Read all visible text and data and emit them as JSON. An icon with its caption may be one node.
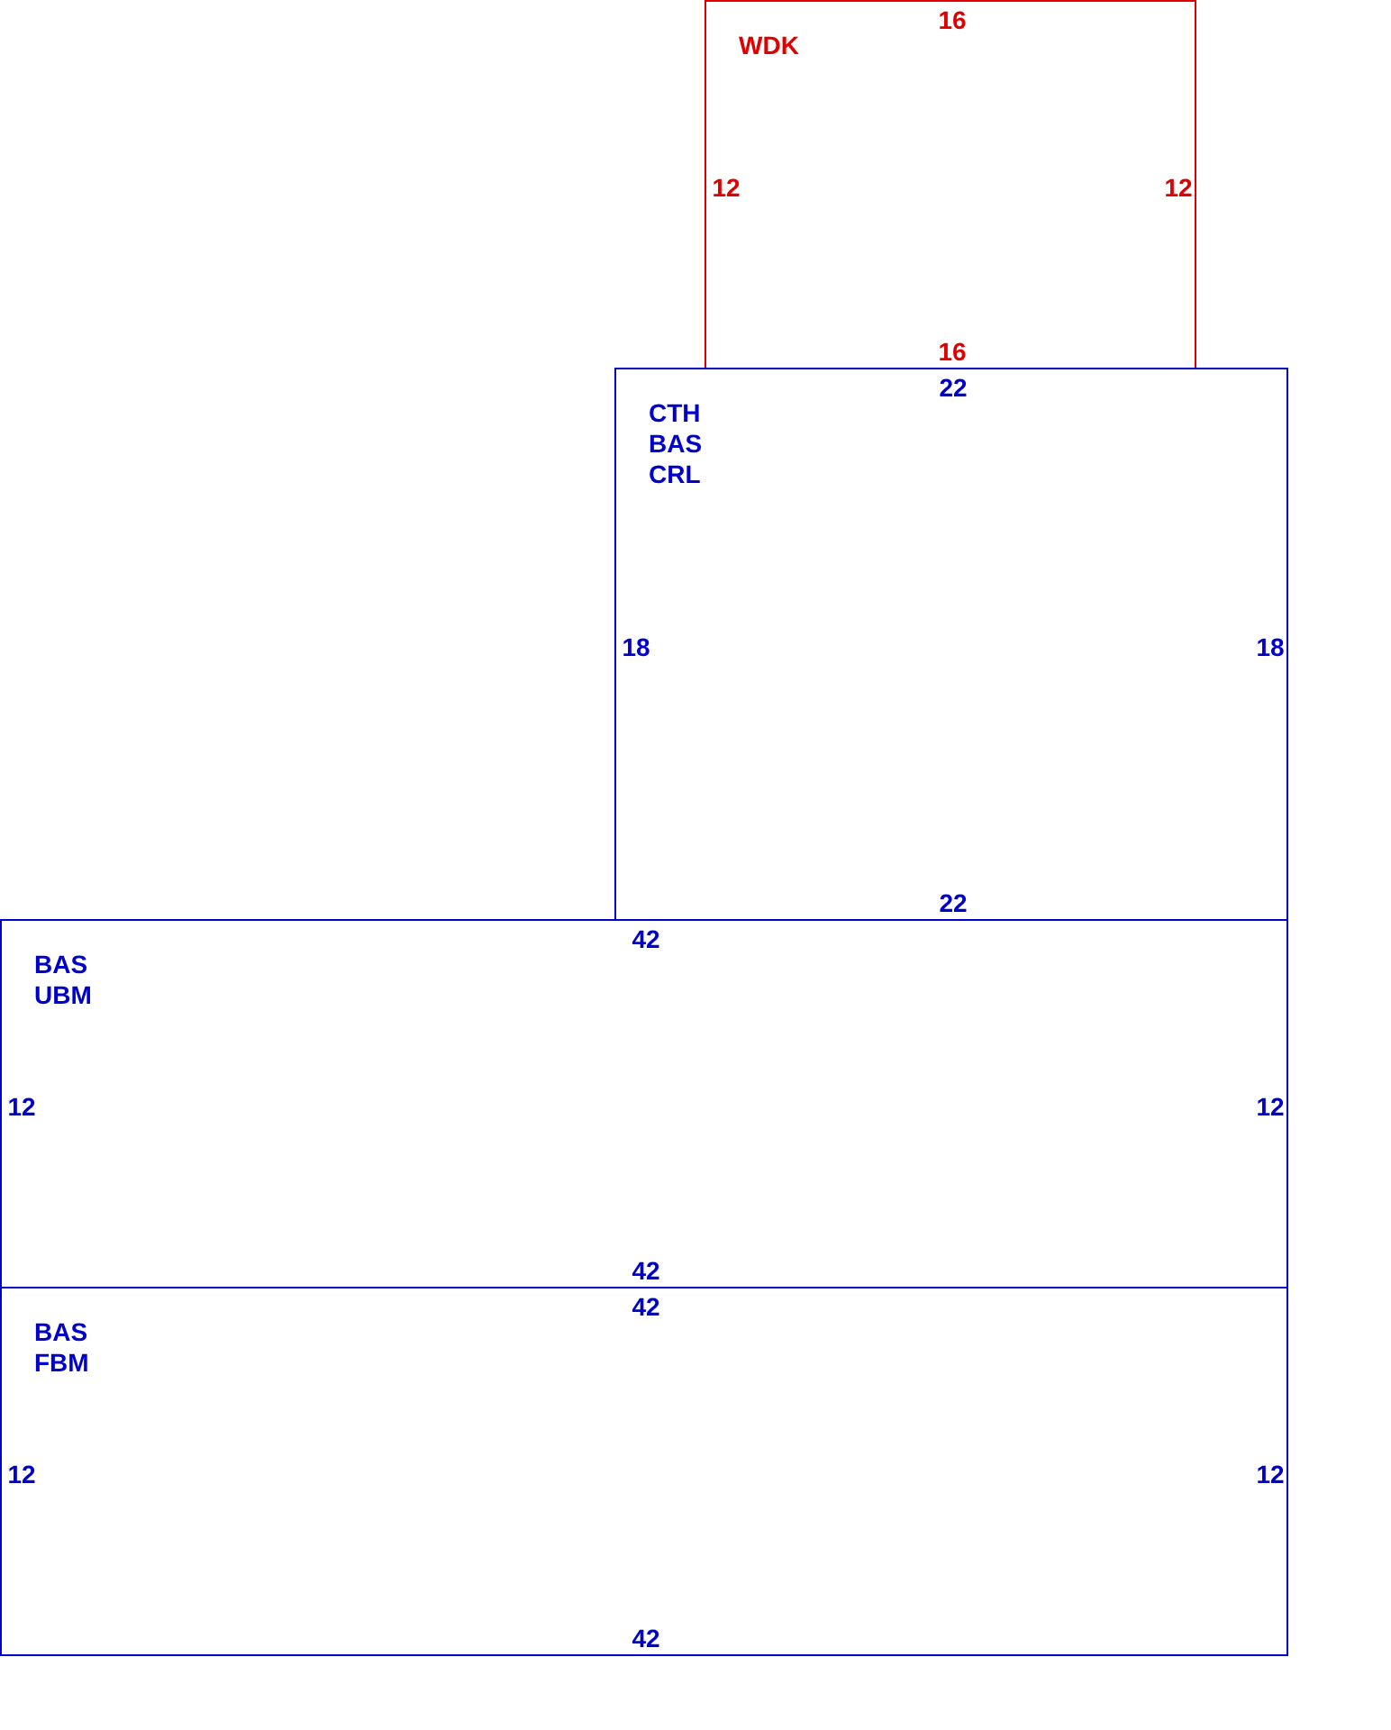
{
  "diagram": {
    "nodes": [
      {
        "text": [
          "WDK",
          "16",
          "12",
          "12",
          "16"
        ]
      },
      {
        "text": [
          "CTH",
          "BAS",
          "CRL",
          "22",
          "18",
          "18",
          "22"
        ]
      },
      {
        "text": [
          "BAS",
          "UBM",
          "42",
          "12",
          "12",
          "42"
        ]
      },
      {
        "text": [
          "BAS",
          "FBM",
          "42",
          "12",
          "12",
          "42"
        ]
      }
    ]
  }
}
